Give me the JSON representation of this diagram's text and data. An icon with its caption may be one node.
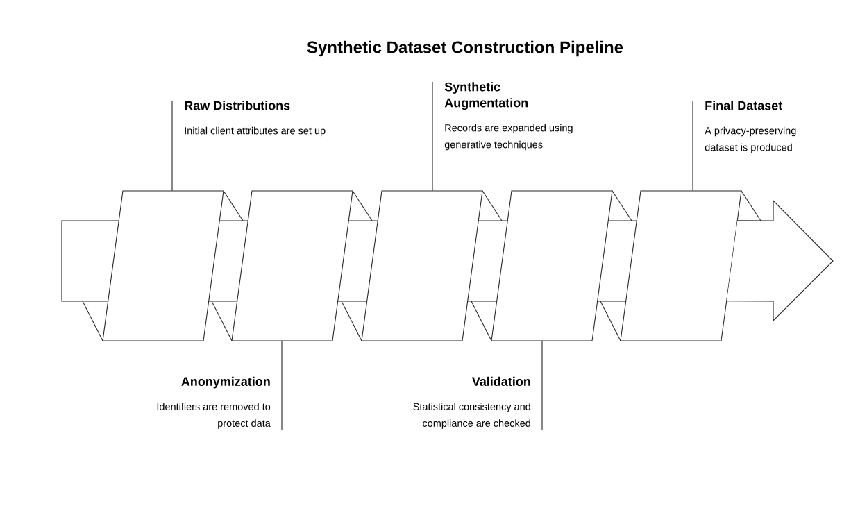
{
  "diagram": {
    "title": "Synthetic Dataset Construction Pipeline",
    "nodes": [
      {
        "text": [
          "Raw Distributions",
          "Initial client attributes are set up"
        ]
      },
      {
        "text": [
          "Anonymization",
          "Identifiers are removed to protect data"
        ]
      },
      {
        "text": [
          "Synthetic Augmentation",
          "Records are expanded using generative techniques"
        ]
      },
      {
        "text": [
          "Validation",
          "Statistical consistency and compliance are checked"
        ]
      },
      {
        "text": [
          "Final Dataset",
          "A privacy-preserving dataset is produced"
        ]
      },
      {
        "text": [],
        "shape": "parallelogram"
      },
      {
        "text": [],
        "shape": "parallelogram"
      },
      {
        "text": [],
        "shape": "parallelogram"
      },
      {
        "text": [],
        "shape": "parallelogram"
      },
      {
        "text": [],
        "shape": "parallelogram"
      }
    ],
    "edges": [
      {
        "from": 0,
        "to": 5,
        "arrow": "none"
      },
      {
        "from": 1,
        "to": 6,
        "arrow": "none"
      },
      {
        "from": 2,
        "to": 7,
        "arrow": "none"
      },
      {
        "from": 3,
        "to": 8,
        "arrow": "none"
      },
      {
        "from": 4,
        "to": 9,
        "arrow": "none"
      },
      {
        "from": 9,
        "to": null,
        "arrow": "to"
      }
    ]
  }
}
